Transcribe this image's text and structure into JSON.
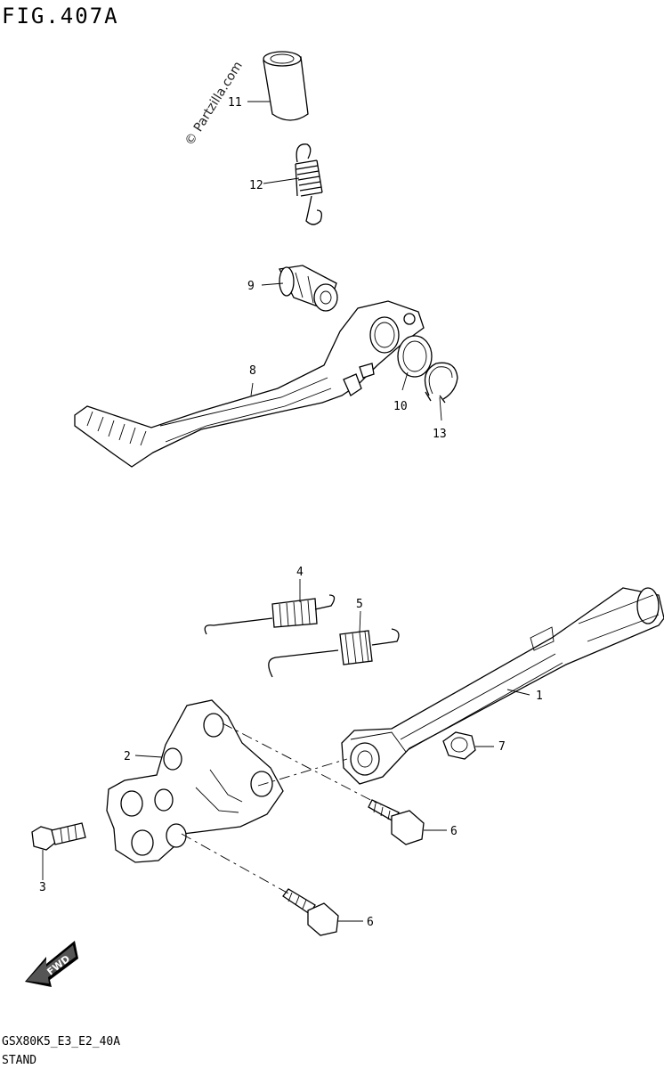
{
  "figure": {
    "title": "FIG.407A",
    "watermark": "© Partzilla.com",
    "footer_code": "GSX80K5_E3_E2_40A",
    "footer_name": "STAND",
    "fwd_label": "FWD"
  },
  "callouts": {
    "c11": "11",
    "c12": "12",
    "c9": "9",
    "c8": "8",
    "c10": "10",
    "c13": "13",
    "c4": "4",
    "c5": "5",
    "c1": "1",
    "c7": "7",
    "c2": "2",
    "c6a": "6",
    "c3": "3",
    "c6b": "6"
  }
}
